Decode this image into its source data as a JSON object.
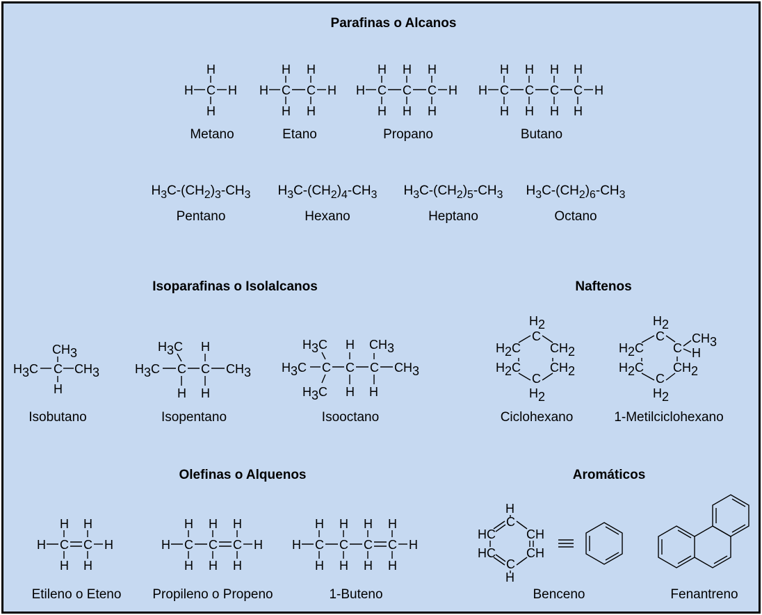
{
  "sections": {
    "alcanos": "Parafinas o Alcanos",
    "isoalcanos": "Isoparafinas o Isolalcanos",
    "naftenos": "Naftenos",
    "alquenos": "Olefinas o Alquenos",
    "aromaticos": "Aromáticos"
  },
  "alcanos": [
    {
      "name": "Metano"
    },
    {
      "name": "Etano"
    },
    {
      "name": "Propano"
    },
    {
      "name": "Butano"
    }
  ],
  "condensed": [
    {
      "name": "Pentano",
      "pre": "H",
      "sub1": "3",
      "mid": "C-(CH",
      "sub2": "2",
      "close": ")",
      "sub3": "3",
      "post": "-CH",
      "sub4": "3"
    },
    {
      "name": "Hexano",
      "pre": "H",
      "sub1": "3",
      "mid": "C-(CH",
      "sub2": "2",
      "close": ")",
      "sub3": "4",
      "post": "-CH",
      "sub4": "3"
    },
    {
      "name": "Heptano",
      "pre": "H",
      "sub1": "3",
      "mid": "C-(CH",
      "sub2": "2",
      "close": ")",
      "sub3": "5",
      "post": "-CH",
      "sub4": "3"
    },
    {
      "name": "Octano",
      "pre": "H",
      "sub1": "3",
      "mid": "C-(CH",
      "sub2": "2",
      "close": ")",
      "sub3": "6",
      "post": "-CH",
      "sub4": "3"
    }
  ],
  "isoalcanos": [
    {
      "name": "Isobutano"
    },
    {
      "name": "Isopentano"
    },
    {
      "name": "Isooctano"
    }
  ],
  "naftenos": [
    {
      "name": "Ciclohexano"
    },
    {
      "name": "1-Metilciclohexano"
    }
  ],
  "alquenos": [
    {
      "name": "Etileno o Eteno"
    },
    {
      "name": "Propileno o Propeno"
    },
    {
      "name": "1-Buteno"
    }
  ],
  "aromaticos": [
    {
      "name": "Benceno",
      "equiv": "≡"
    },
    {
      "name": "Fenantreno"
    }
  ]
}
